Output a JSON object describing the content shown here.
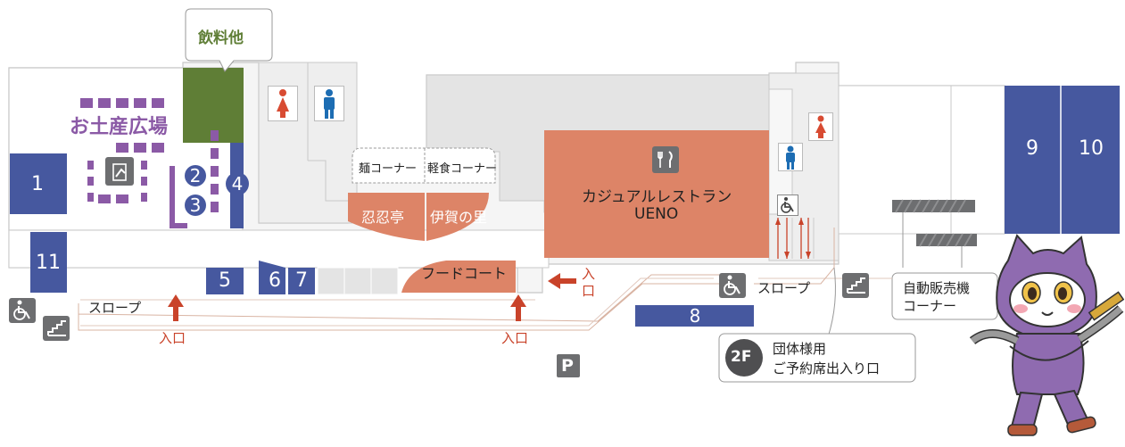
{
  "shops": {
    "s1": "1",
    "s2": "2",
    "s3": "3",
    "s4": "4",
    "s5": "5",
    "s6": "6",
    "s7": "7",
    "s8": "8",
    "s9": "9",
    "s10": "10",
    "s11": "11"
  },
  "areas": {
    "souvenir": "お土産広場",
    "drinks": "飲料他",
    "noodle_corner": "麺コーナー",
    "snack_corner": "軽食コーナー",
    "ninninntei": "忍忍亭",
    "iga_no_sato": "伊賀の里",
    "casual_restaurant": "カジュアルレストラン",
    "restaurant_name": "UENO",
    "food_court": "フードコート",
    "vending_line1": "自動販売機",
    "vending_line2": "コーナー",
    "group_line1": "団体様用",
    "group_line2": "ご予約席出入り口",
    "group_badge": "2F"
  },
  "entrances": {
    "entrance_label": "入口",
    "entrance_vertical_1": "入",
    "entrance_vertical_2": "口"
  },
  "facilities": {
    "slope_left": "スロープ",
    "slope_right": "スロープ",
    "parking": "P"
  },
  "colors": {
    "shop_blue": "#46589f",
    "restaurant_orange": "#dd8467",
    "souvenir_purple": "#8b5aa6",
    "drinks_green": "#5f7e36",
    "building_gray": "#e4e4e4",
    "arrow_red": "#c9432a",
    "icon_gray": "#6d6e70",
    "female_red": "#d84b32",
    "male_blue": "#1d6db3"
  },
  "icons": [
    "female-restroom-icon",
    "male-restroom-icon",
    "wheelchair-icon",
    "stairs-icon",
    "cutlery-icon",
    "gift-icon",
    "ninja-mascot"
  ]
}
